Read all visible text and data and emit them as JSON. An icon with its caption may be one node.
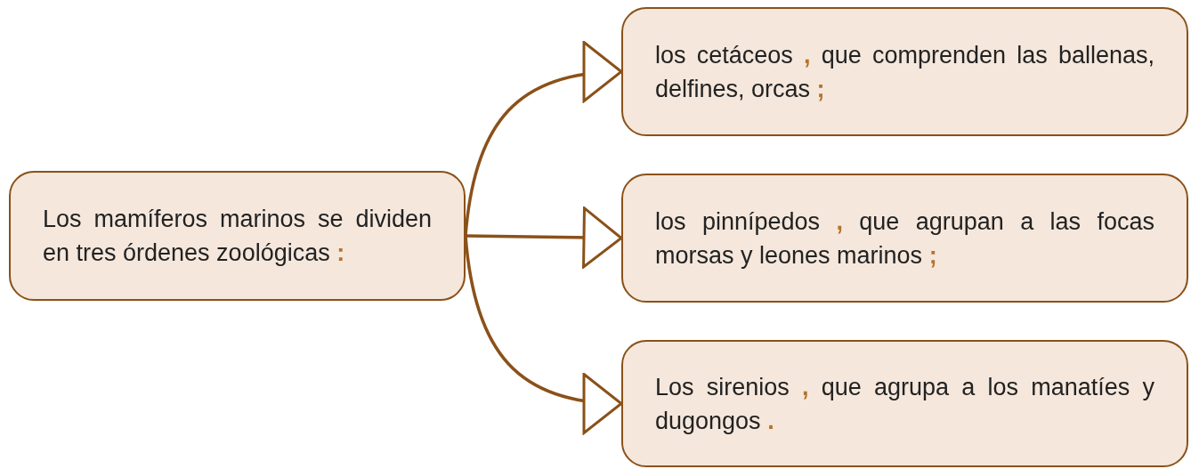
{
  "diagram": {
    "nodes": [
      {
        "text": [
          "Los mamíferos marinos se dividen en tres órdenes zoológicas **:**"
        ]
      },
      {
        "text": [
          "los cetáceos **,** que comprenden las ballenas, delfines, orcas **;**"
        ]
      },
      {
        "text": [
          "los pinnípedos **,** que agrupan a las focas morsas y leones marinos **;**"
        ]
      },
      {
        "text": [
          "Los sirenios **,** que agrupa a los manatíes y dugongos **.**"
        ]
      }
    ],
    "edges": [
      {
        "from": 0,
        "to": 1,
        "arrow": "to"
      },
      {
        "from": 0,
        "to": 2,
        "arrow": "to"
      },
      {
        "from": 0,
        "to": 3,
        "arrow": "to"
      }
    ]
  }
}
